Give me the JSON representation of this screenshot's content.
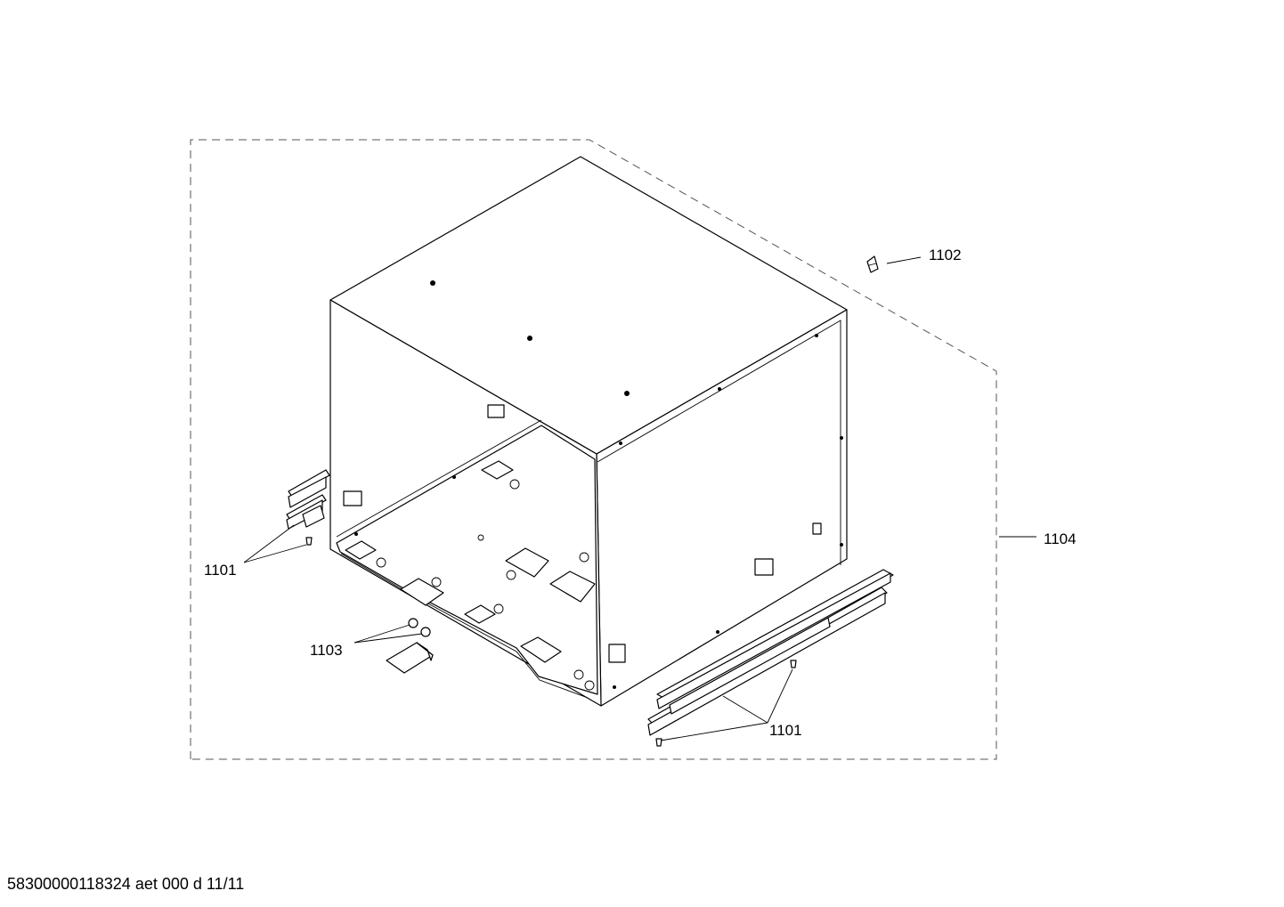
{
  "callouts": {
    "c1101_left": "1101",
    "c1101_right": "1101",
    "c1102": "1102",
    "c1103": "1103",
    "c1104": "1104"
  },
  "footer": {
    "code": "58300000118324 aet 000 d 11/11"
  }
}
